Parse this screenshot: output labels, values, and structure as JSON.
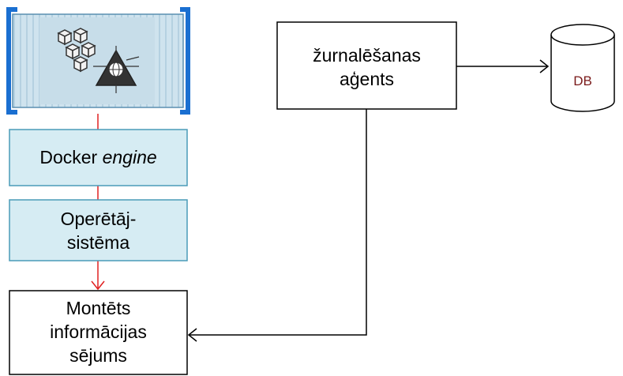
{
  "nodes": {
    "container": {
      "icon_left": "cubes-icon",
      "icon_right": "network-triangle-icon"
    },
    "docker_engine": {
      "label_plain": "Docker ",
      "label_italic": "engine"
    },
    "os": {
      "line1": "Operētāj-",
      "line2": "sistēma"
    },
    "volume": {
      "line1": "Montēts",
      "line2": "informācijas",
      "line3": "sējums"
    },
    "agent": {
      "line1": "žurnalēšanas",
      "line2": "aģents"
    },
    "db": {
      "label": "DB"
    }
  },
  "colors": {
    "stack_fill": "#d6ecf3",
    "stack_stroke": "#4a9bb8",
    "container_bracket": "#1a6fd1",
    "red_line": "#e02020",
    "black_line": "#000000",
    "db_label": "#7a1a1a"
  }
}
